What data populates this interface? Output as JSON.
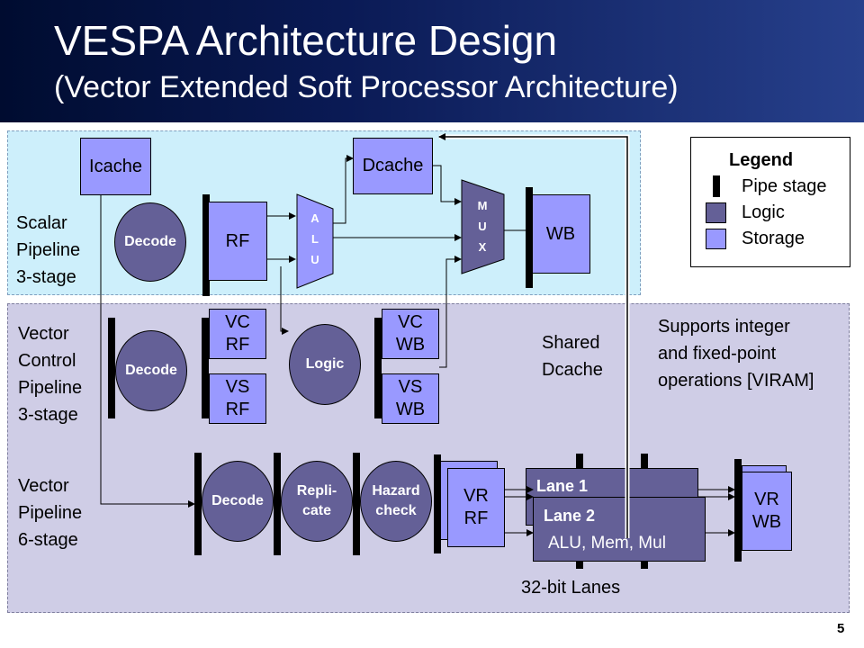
{
  "title": "VESPA Architecture Design",
  "subtitle": "(Vector Extended Soft Processor Architecture)",
  "slide_number": "5",
  "colors": {
    "logic": "#646097",
    "storage": "#9999ff",
    "pipe_stage": "#000000",
    "scalar_bg": "#cdeffb",
    "vector_bg": "#cfcde6"
  },
  "pipelines": {
    "scalar": [
      "Scalar",
      "Pipeline",
      "3-stage"
    ],
    "vector_control": [
      "Vector",
      "Control",
      "Pipeline",
      "3-stage"
    ],
    "vector": [
      "Vector",
      "Pipeline",
      "6-stage"
    ]
  },
  "blocks": {
    "icache": "Icache",
    "dcache": "Dcache",
    "decode_scalar": "Decode",
    "rf": "RF",
    "alu": [
      "A",
      "L",
      "U"
    ],
    "mux": [
      "M",
      "U",
      "X"
    ],
    "wb": "WB",
    "decode_vc": "Decode",
    "vc_rf": [
      "VC",
      "RF"
    ],
    "vs_rf": [
      "VS",
      "RF"
    ],
    "logic": "Logic",
    "vc_wb": [
      "VC",
      "WB"
    ],
    "vs_wb": [
      "VS",
      "WB"
    ],
    "decode_v": "Decode",
    "replicate": [
      "Repli-",
      "cate"
    ],
    "hazard": [
      "Hazard",
      "check"
    ],
    "vr_rf": [
      "VR",
      "RF"
    ],
    "lane1": "Lane 1",
    "lane2": "Lane 2",
    "lane2_units": "ALU, Mem, Mul",
    "vr_wb": [
      "VR",
      "WB"
    ]
  },
  "notes": {
    "shared_dcache": [
      "Shared",
      "Dcache"
    ],
    "supports": [
      "Supports integer",
      "and fixed-point",
      "operations [VIRAM]"
    ],
    "lanes": "32-bit Lanes"
  },
  "legend": {
    "title": "Legend",
    "items": [
      "Pipe stage",
      "Logic",
      "Storage"
    ]
  }
}
